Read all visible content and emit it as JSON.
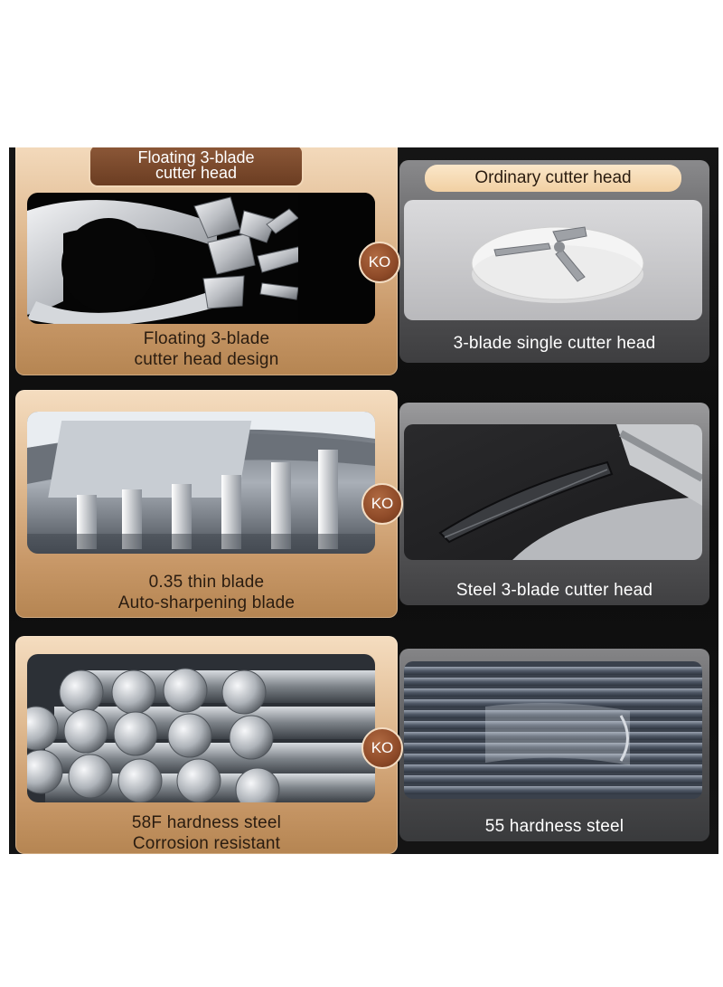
{
  "rows": [
    {
      "left_caption": [
        "Floating 3-blade",
        "cutter head design"
      ],
      "right_caption": [
        "3-blade single cutter head"
      ],
      "left_image": "floating-blade-cutter-photo",
      "right_image": "ordinary-cutter-photo"
    },
    {
      "left_caption": [
        "0.35 thin blade",
        "Auto-sharpening blade"
      ],
      "right_caption": [
        "Steel 3-blade cutter head"
      ],
      "left_image": "thin-blade-photo",
      "right_image": "steel-blade-photo"
    },
    {
      "left_caption": [
        "58F hardness steel",
        "Corrosion resistant"
      ],
      "right_caption": [
        "55 hardness steel"
      ],
      "left_image": "steel-rods-photo",
      "right_image": "rebar-bundle-photo"
    }
  ],
  "header": {
    "left_badge": [
      "Floating 3-blade",
      "cutter head"
    ],
    "right_badge": "Ordinary cutter head"
  },
  "versus_label": "KO",
  "colors": {
    "gold_panel": "#e0bb92",
    "badge_brown": "#6b3d22",
    "ko_brown": "#8e4a28",
    "dark_background": "#111111",
    "gray_panel": "#565658"
  }
}
